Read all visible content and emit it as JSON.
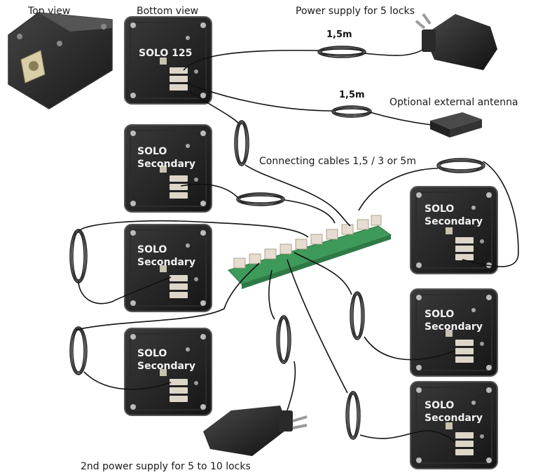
{
  "labels": {
    "top_view": "Top view",
    "bottom_view": "Bottom view",
    "power_supply_5": "Power supply for 5 locks",
    "cable_length_1": "1,5m",
    "cable_length_2": "1,5m",
    "optional_antenna": "Optional external antenna",
    "connecting_cables": "Connecting cables 1,5 / 3 or 5m",
    "power_supply_10": "2nd power supply for 5 to 10 locks"
  },
  "locks": {
    "main_line1": "SOLO 125",
    "secondary_line1": "SOLO",
    "secondary_line2": "Secondary"
  },
  "colors": {
    "lock_body": "#1e1e1e",
    "lock_edge": "#3a3a3a",
    "connector": "#d9d4c8",
    "pcb": "#3e9a5a",
    "cable": "#111111"
  }
}
